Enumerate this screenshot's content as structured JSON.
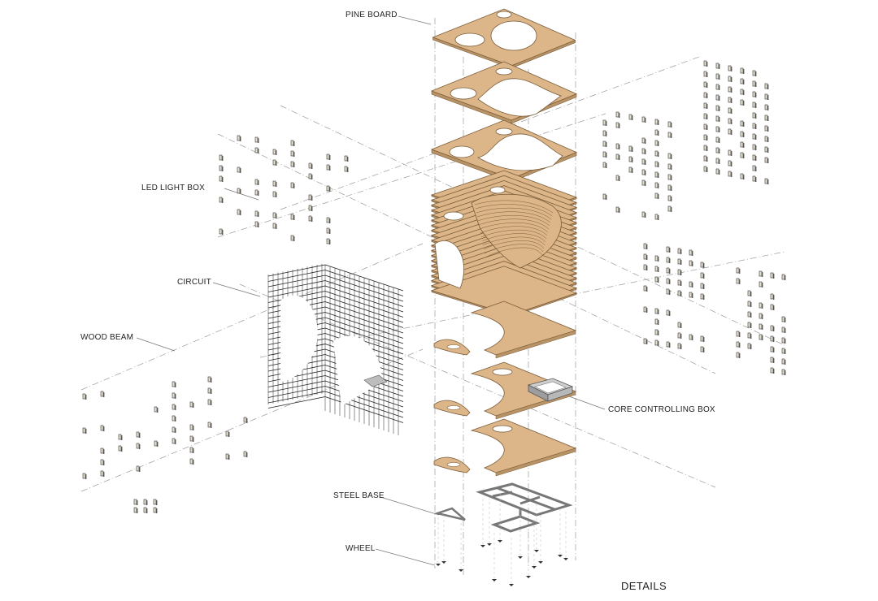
{
  "labels": {
    "pine_board": "PINE BOARD",
    "led_light_box": "LED LIGHT BOX",
    "circuit": "CIRCUIT",
    "wood_beam": "WOOD BEAM",
    "core_controlling_box": "CORE CONTROLLING BOX",
    "steel_base": "STEEL BASE",
    "wheel": "WHEEL"
  },
  "caption": "DETAILS",
  "colors": {
    "wood": "#dcb688",
    "wood_edge": "#7a5c3a",
    "wood_side": "#b89366",
    "steel": "#a9a9a9",
    "line": "#444444",
    "guide": "#9a9a9a"
  }
}
